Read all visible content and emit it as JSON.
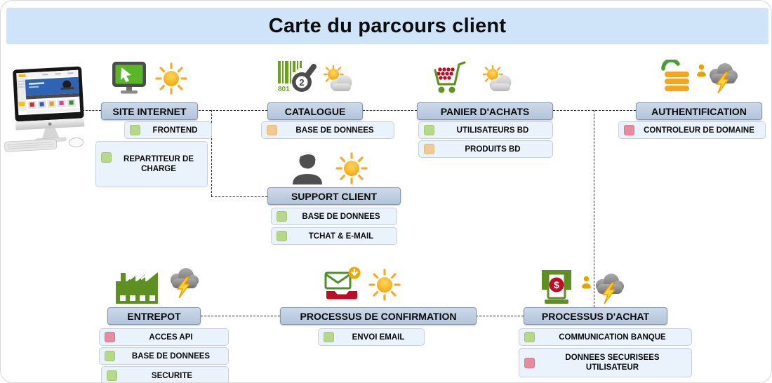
{
  "title": "Carte du parcours client",
  "status_colors": {
    "green": "#b6d888",
    "orange": "#f0ca94",
    "pink": "#e78ba0"
  },
  "barcode": {
    "number": "801",
    "magnifier": "2"
  },
  "nodes": [
    {
      "id": "site-internet",
      "label": "SITE INTERNET",
      "icon": "monitor-cursor",
      "status": "sunny",
      "children": [
        {
          "label": "FRONTEND",
          "color": "green"
        },
        {
          "label": "REPARTITEUR DE CHARGE",
          "color": "green"
        }
      ]
    },
    {
      "id": "catalogue",
      "label": "CATALOGUE",
      "icon": "barcode-search",
      "status": "partly-cloudy",
      "children": [
        {
          "label": "BASE DE DONNEES",
          "color": "orange"
        }
      ]
    },
    {
      "id": "panier-achats",
      "label": "PANIER D'ACHATS",
      "icon": "shopping-cart",
      "status": "partly-cloudy",
      "children": [
        {
          "label": "UTILISATEURS BD",
          "color": "green"
        },
        {
          "label": "PRODUITS BD",
          "color": "orange"
        }
      ]
    },
    {
      "id": "authentification",
      "label": "AUTHENTIFICATION",
      "icon": "open-padlock",
      "status": "storm",
      "children": [
        {
          "label": "CONTROLEUR DE DOMAINE",
          "color": "pink"
        }
      ]
    },
    {
      "id": "support-client",
      "label": "SUPPORT CLIENT",
      "icon": "support-agent",
      "status": "sunny",
      "children": [
        {
          "label": "BASE DE DONNEES",
          "color": "green"
        },
        {
          "label": "TCHAT & E-MAIL",
          "color": "green"
        }
      ]
    },
    {
      "id": "entrepot",
      "label": "ENTREPOT",
      "icon": "factory",
      "status": "storm",
      "children": [
        {
          "label": "ACCES API",
          "color": "pink"
        },
        {
          "label": "BASE DE DONNEES",
          "color": "green"
        },
        {
          "label": "SECURITE",
          "color": "green"
        }
      ]
    },
    {
      "id": "processus-confirmation",
      "label": "PROCESSUS DE CONFIRMATION",
      "icon": "email-download",
      "status": "sunny",
      "children": [
        {
          "label": "ENVOI EMAIL",
          "color": "green"
        }
      ]
    },
    {
      "id": "processus-achat",
      "label": "PROCESSUS D'ACHAT",
      "icon": "atm-money",
      "status": "storm",
      "children": [
        {
          "label": "COMMUNICATION BANQUE",
          "color": "green"
        },
        {
          "label": "DONNEES SECURISEES UTILISATEUR",
          "color": "pink"
        }
      ]
    }
  ]
}
